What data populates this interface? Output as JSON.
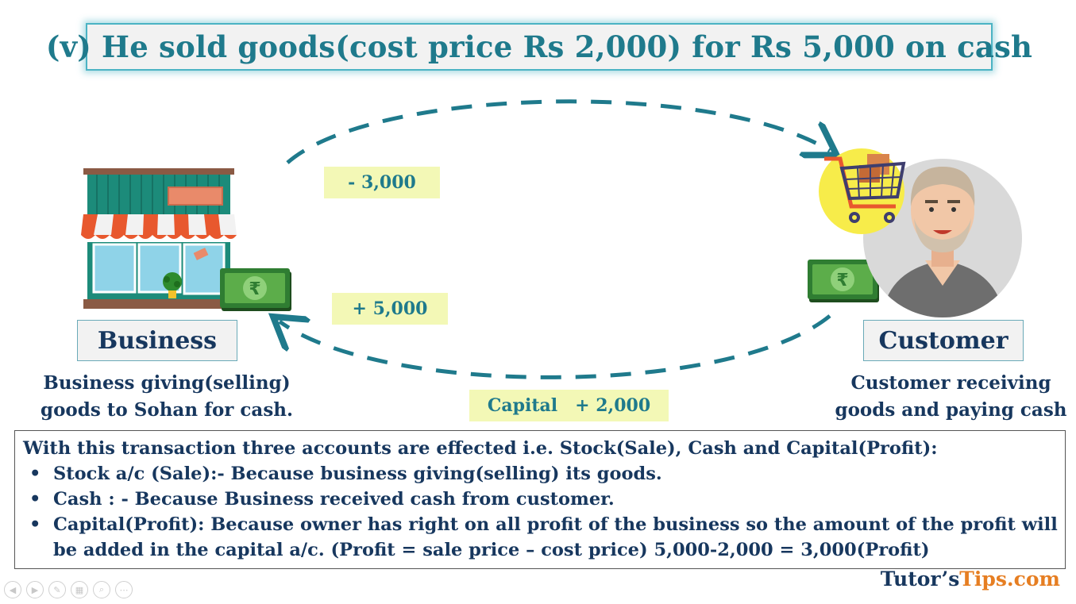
{
  "title": "(v) He sold goods(cost price Rs 2,000) for Rs 5,000 on cash",
  "flows": {
    "goods_out": "- 3,000",
    "cash_in": "+ 5,000",
    "capital_label": "Capital",
    "capital_value": "+ 2,000"
  },
  "business": {
    "label": "Business",
    "desc_line1": "Business giving(selling)",
    "desc_line2": "goods to Sohan for cash."
  },
  "customer": {
    "label": "Customer",
    "desc_line1": "Customer receiving",
    "desc_line2": "goods and paying cash"
  },
  "currency_symbol": "₹",
  "info": {
    "intro": "With this transaction three accounts are effected i.e. Stock(Sale), Cash and Capital(Profit):",
    "bullets": [
      "Stock a/c (Sale):- Because business giving(selling) its goods.",
      "Cash : - Because Business received cash from customer.",
      "Capital(Profit): Because owner has right on all profit of the business so the amount of the profit will",
      "be added in the capital a/c. (Profit = sale price – cost price) 5,000-2,000 = 3,000(Profit)"
    ]
  },
  "brand": {
    "part1": "Tutor’s",
    "part2": "Tips.com",
    "color1": "#17375e",
    "color2": "#e67e22"
  },
  "colors": {
    "accent": "#1f7a8c",
    "highlight": "#f3f8b6",
    "text_dark": "#17375e"
  },
  "icons": [
    "shop-icon",
    "money-note-icon",
    "shopping-cart-icon",
    "customer-avatar-icon",
    "arrow-icon"
  ]
}
